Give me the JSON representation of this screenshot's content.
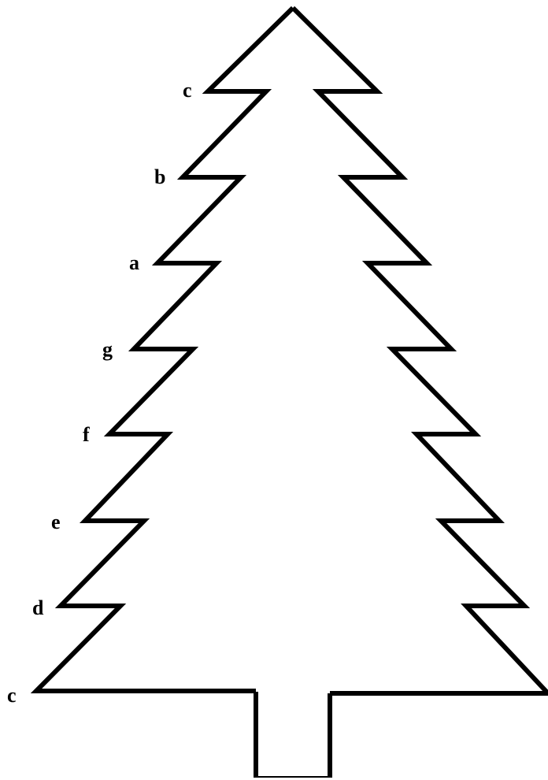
{
  "diagram": {
    "line_color": "#000000",
    "background_color": "#ffffff",
    "labels": [
      "c",
      "b",
      "a",
      "g",
      "f",
      "e",
      "d",
      "c"
    ]
  }
}
